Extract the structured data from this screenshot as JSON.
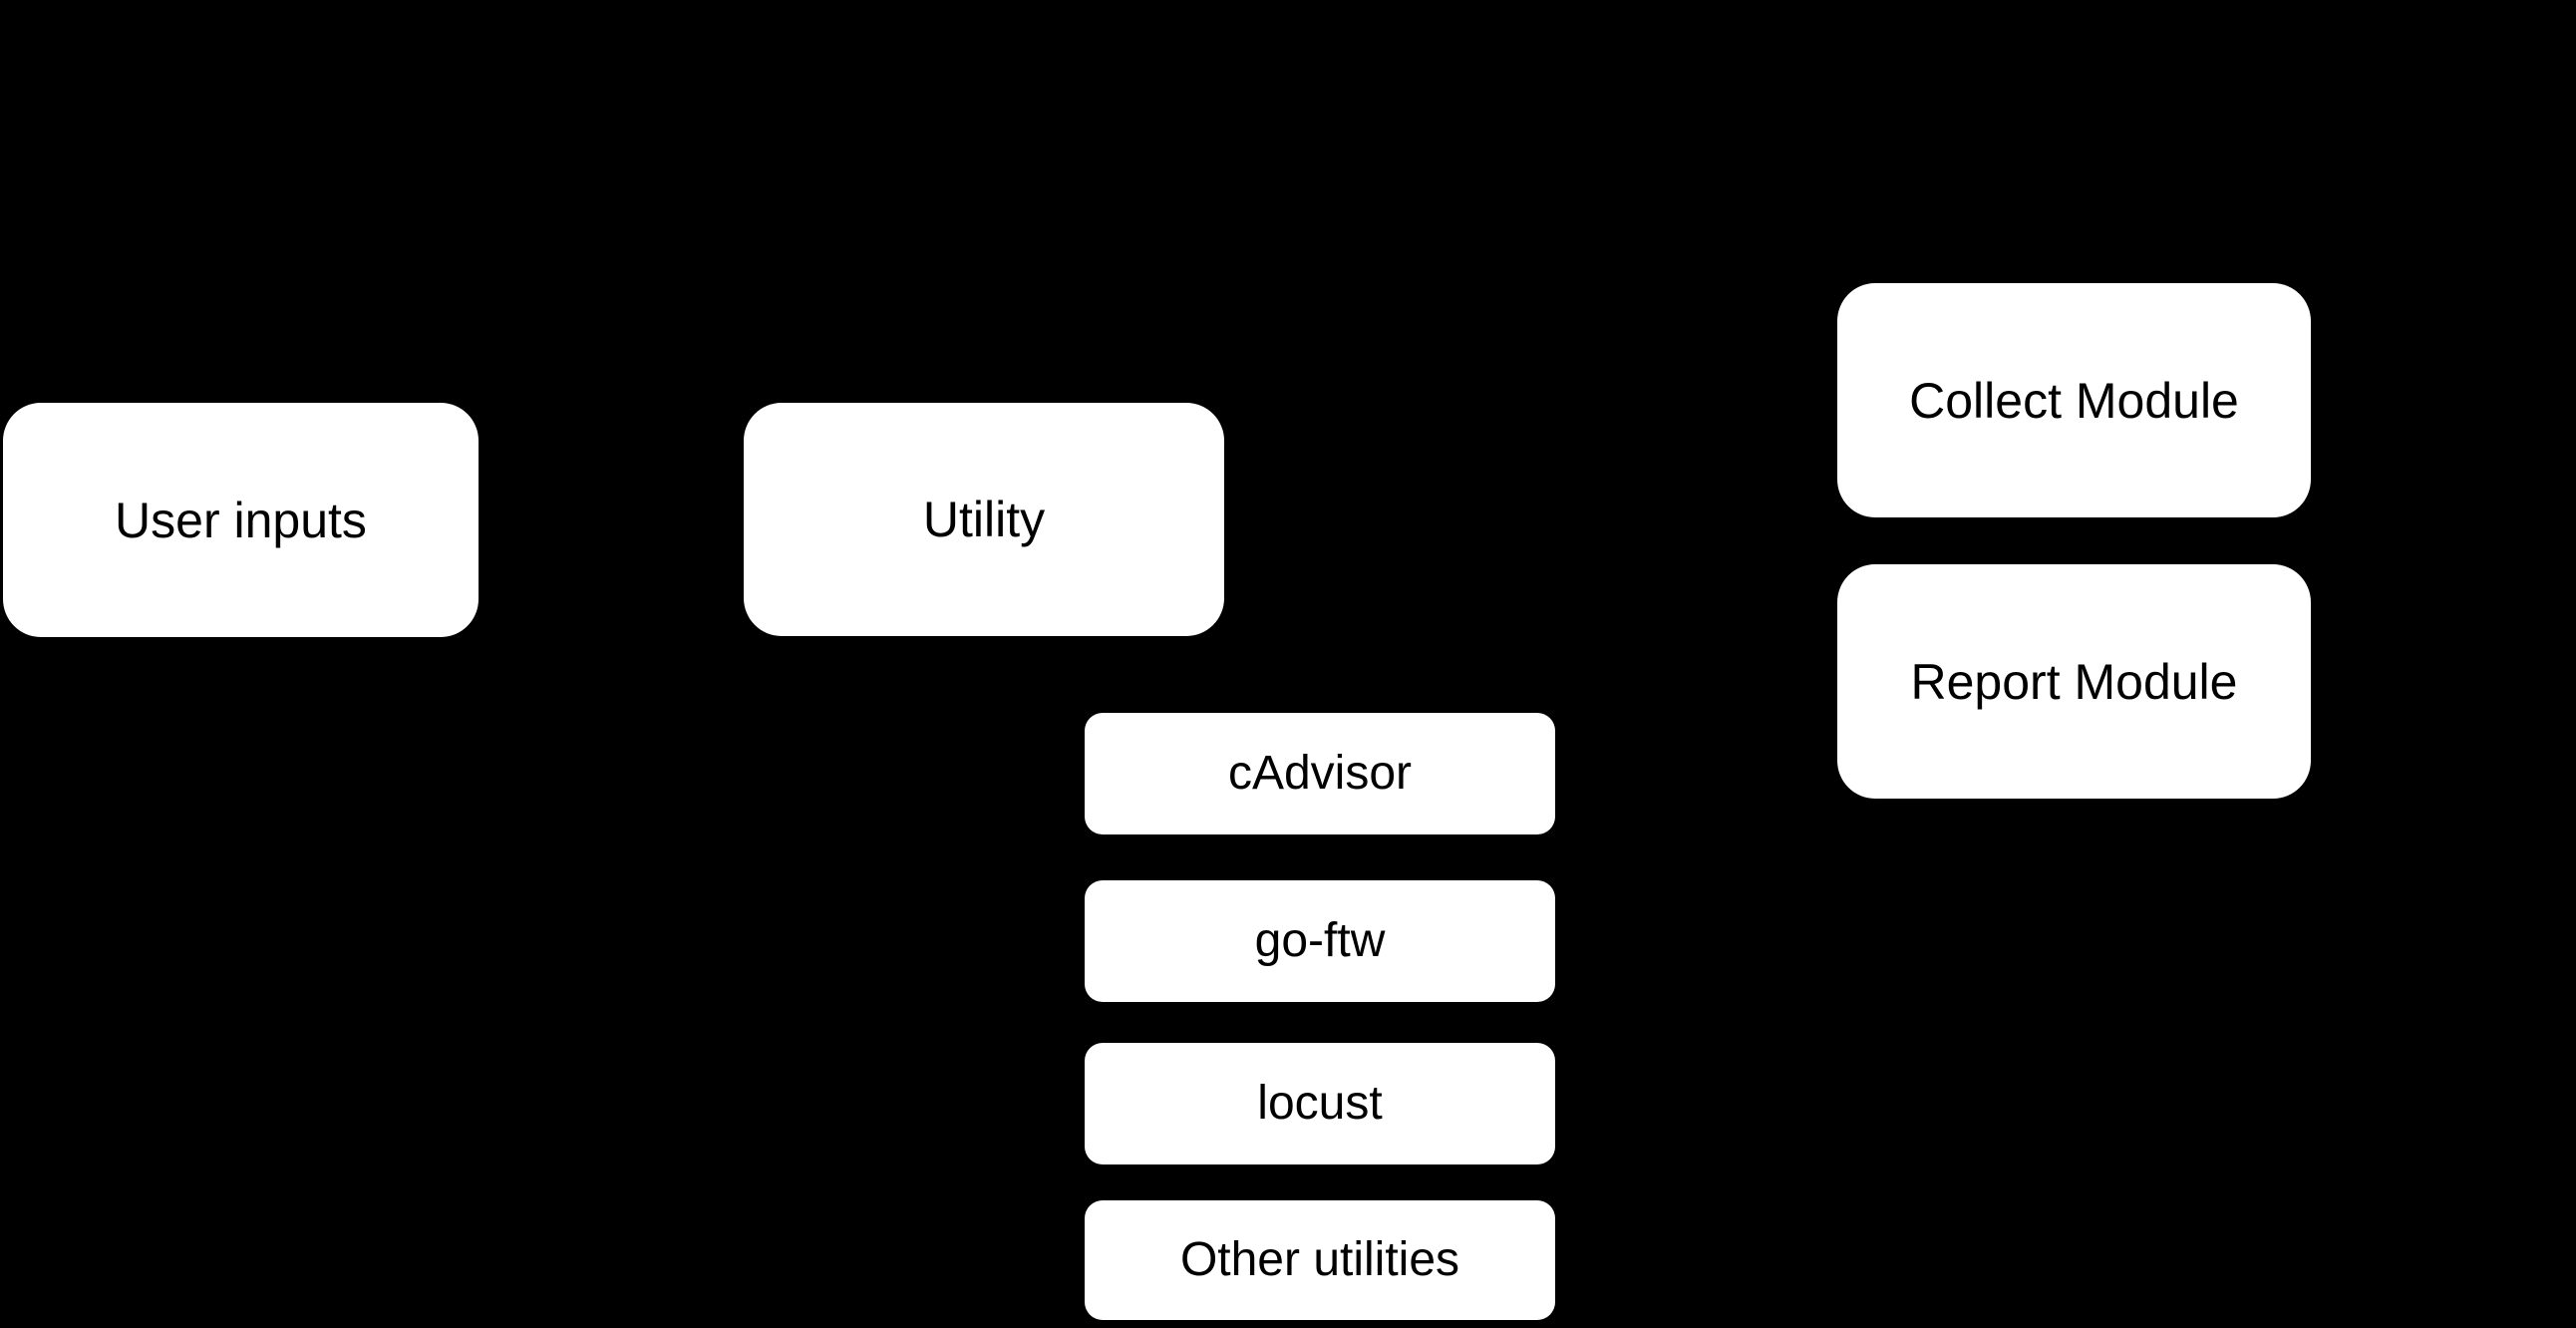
{
  "colors": {
    "background": "#000000",
    "node_fill": "#ffffff",
    "node_text": "#000000"
  },
  "diagram": {
    "nodes": {
      "user_inputs": {
        "label": "User inputs"
      },
      "utility": {
        "label": "Utility"
      },
      "collect_module": {
        "label": "Collect Module"
      },
      "report_module": {
        "label": "Report Module"
      },
      "cadvisor": {
        "label": "cAdvisor"
      },
      "go_ftw": {
        "label": "go-ftw"
      },
      "locust": {
        "label": "locust"
      },
      "other_utilities": {
        "label": "Other utilities"
      }
    }
  }
}
